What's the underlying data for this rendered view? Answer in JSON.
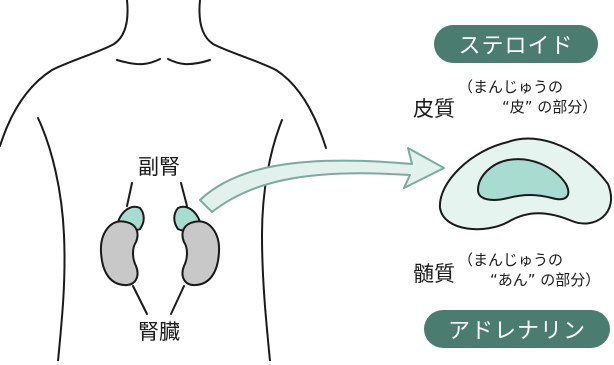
{
  "labels": {
    "adrenal": "副腎",
    "kidney": "腎臓"
  },
  "layers": {
    "cortex": {
      "hormone": "ステロイド",
      "name": "皮質",
      "note_line1": "（まんじゅうの",
      "note_line2": "“皮” の部分）"
    },
    "medulla": {
      "hormone": "アドレナリン",
      "name": "髄質",
      "note_line1": "（まんじゅうの",
      "note_line2": "“あん” の部分）"
    }
  },
  "colors": {
    "pill": "#4a7c70",
    "adrenal_fill": "#a8dcd0",
    "kidney_fill": "#c8c8c8",
    "outline": "#1a1a1a",
    "cortex_fill": "#e6f4f0",
    "medulla_fill": "#a8dcd0",
    "arrow_fill": "#e3f1ec",
    "arrow_stroke": "#7aab9f"
  }
}
